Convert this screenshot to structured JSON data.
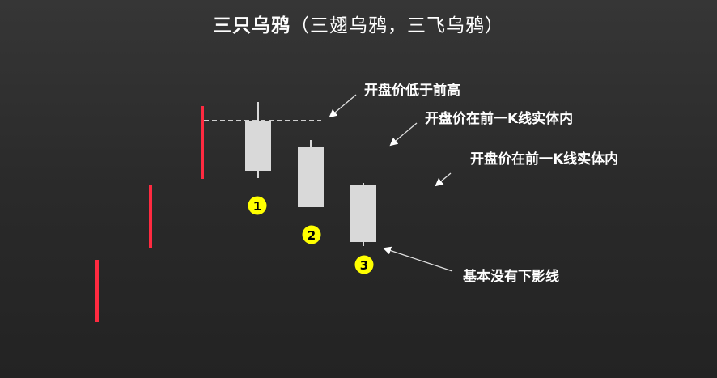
{
  "title": {
    "main": "三只乌鸦",
    "alias": "（三翅乌鸦，三飞乌鸦）"
  },
  "annotations": [
    {
      "id": "open-below-high",
      "text": "开盘价低于前高"
    },
    {
      "id": "open-within-body-2",
      "text": "开盘价在前一K线实体内"
    },
    {
      "id": "open-within-body-3",
      "text": "开盘价在前一K线实体内"
    },
    {
      "id": "no-lower-shadow",
      "text": "基本没有下影线"
    }
  ],
  "badges": [
    "1",
    "2",
    "3"
  ],
  "colors": {
    "background_top": "#363636",
    "background_bottom": "#232323",
    "candle_body": "#d9d9d9",
    "up_bar": "#ff2a40",
    "badge_fill": "#ffff00",
    "text": "#ffffff",
    "dash_line": "#cfcfcf"
  },
  "candles": [
    {
      "label": "1",
      "type": "bearish",
      "body": "white-grey",
      "note": "open below previous high"
    },
    {
      "label": "2",
      "type": "bearish",
      "body": "white-grey",
      "note": "open within previous body"
    },
    {
      "label": "3",
      "type": "bearish",
      "body": "white-grey",
      "note": "almost no lower shadow"
    }
  ],
  "prior_trend_bars": 3
}
